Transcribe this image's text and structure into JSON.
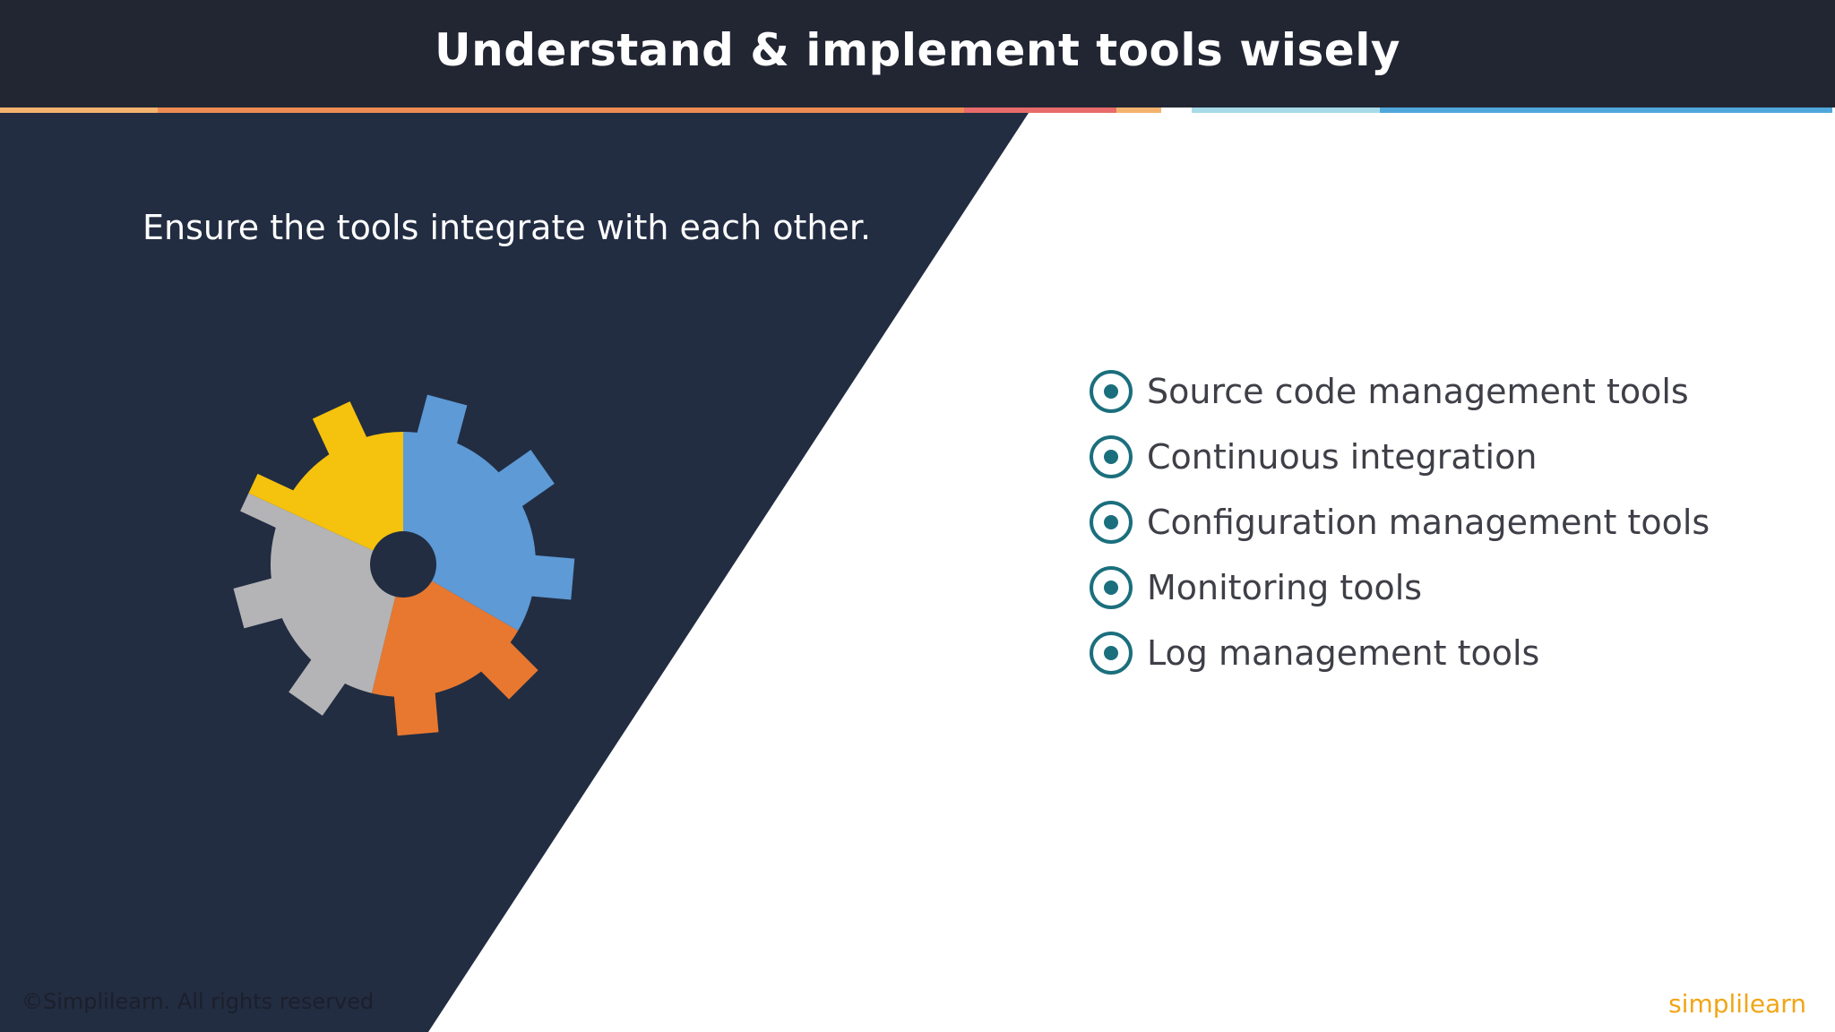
{
  "slide": {
    "title": "Understand & implement tools wisely",
    "subtitle": "Ensure the tools integrate with each other.",
    "bullets": [
      {
        "label": "Source code management tools"
      },
      {
        "label": "Continuous integration"
      },
      {
        "label": "Configuration management tools"
      },
      {
        "label": "Monitoring tools"
      },
      {
        "label": "Log management tools"
      }
    ],
    "copyright": "©Simplilearn. All rights reserved",
    "logo": "simplilearn"
  },
  "colors": {
    "header_bg": "#222633",
    "panel_bg": "#222d42",
    "bullet_ring": "#1b6f7d",
    "gear_yellow": "#f5c20d",
    "gear_blue": "#5d9ad6",
    "gear_orange": "#e8782f",
    "gear_gray": "#b4b4b6"
  },
  "icons": {
    "gear": "gear-icon",
    "bullet": "radio-bullet-icon"
  }
}
